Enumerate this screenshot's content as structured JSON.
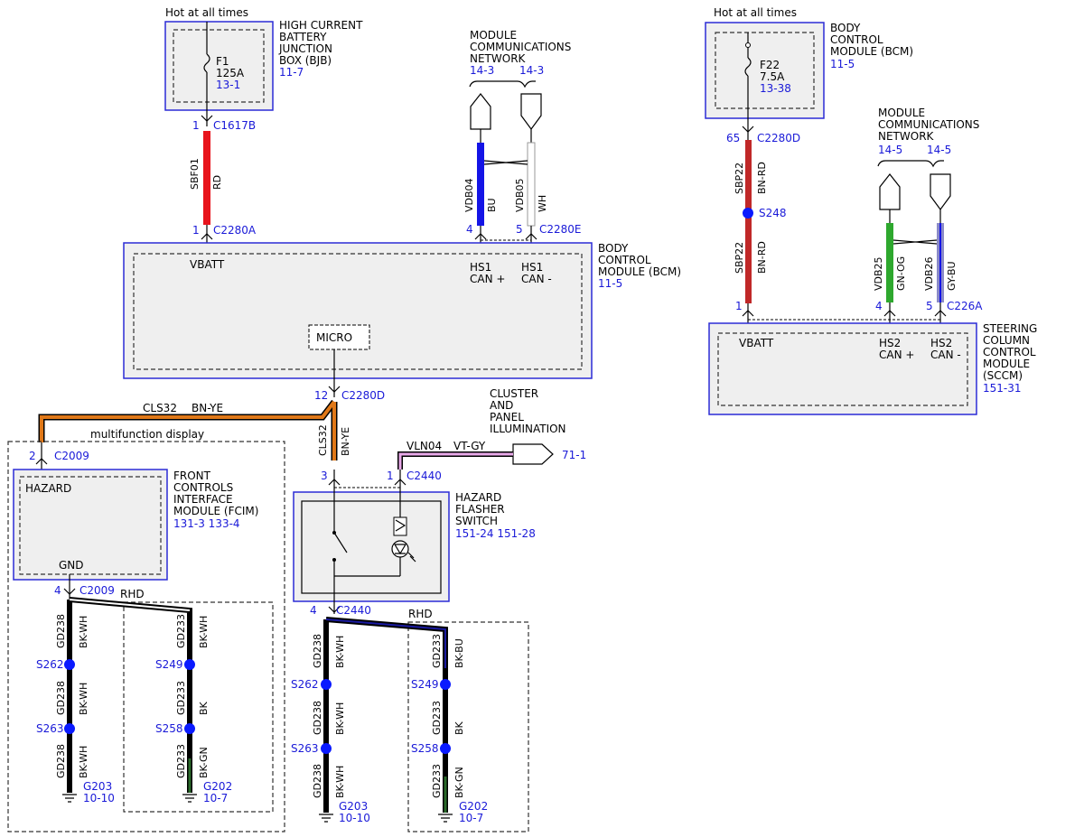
{
  "hot_all_times": "Hot at all times",
  "bjb": {
    "lines": [
      "HIGH CURRENT",
      "BATTERY",
      "JUNCTION",
      "BOX (BJB)"
    ],
    "ref": "11-7",
    "fuse": "F1",
    "amps": "125A",
    "fuse_ref": "13-1"
  },
  "c1617b": {
    "pin": "1",
    "name": "C1617B"
  },
  "sbf01": {
    "circuit": "SBF01",
    "color": "RD"
  },
  "c2280a": {
    "pin": "1",
    "name": "C2280A"
  },
  "mcn_left": {
    "lines": [
      "MODULE",
      "COMMUNICATIONS",
      "NETWORK"
    ],
    "ref1": "14-3",
    "ref2": "14-3"
  },
  "vdb04": {
    "circuit": "VDB04",
    "color": "BU"
  },
  "vdb05": {
    "circuit": "VDB05",
    "color": "WH"
  },
  "c2280e": {
    "pin1": "4",
    "pin2": "5",
    "name": "C2280E"
  },
  "bcm_main": {
    "lines": [
      "BODY",
      "CONTROL",
      "MODULE (BCM)"
    ],
    "ref": "11-5",
    "vbatt": "VBATT",
    "hs1": "HS1",
    "canp": "CAN +",
    "canm": "CAN -",
    "micro": "MICRO"
  },
  "c2280d_left": {
    "pin": "12",
    "name": "C2280D"
  },
  "cls32": {
    "circuit": "CLS32",
    "color": "BN-YE"
  },
  "mfd": "multifunction display",
  "c2009_top": {
    "pin": "2",
    "name": "C2009"
  },
  "fcim": {
    "lines": [
      "FRONT",
      "CONTROLS",
      "INTERFACE",
      "MODULE (FCIM)"
    ],
    "refs": "131-3   133-4",
    "hazard": "HAZARD",
    "gnd": "GND"
  },
  "c2009_bot": {
    "pin": "4",
    "name": "C2009"
  },
  "cluster": {
    "lines": [
      "CLUSTER",
      "AND",
      "PANEL",
      "ILLUMINATION"
    ],
    "ref": "71-1"
  },
  "vln04": {
    "circuit": "VLN04",
    "color": "VT-GY"
  },
  "c2440_top": {
    "pin1": "3",
    "pin2": "1",
    "name": "C2440"
  },
  "hazard_sw": {
    "lines": [
      "HAZARD",
      "FLASHER",
      "SWITCH"
    ],
    "refs": "151-24   151-28"
  },
  "c2440_bot": {
    "pin": "4",
    "name": "C2440"
  },
  "rhd": "RHD",
  "gd238": "GD238",
  "gd233": "GD233",
  "bkwh": "BK-WH",
  "bk": "BK",
  "bkgn": "BK-GN",
  "bkbu": "BK-BU",
  "s262": "S262",
  "s263": "S263",
  "s249": "S249",
  "s258": "S258",
  "g203": {
    "name": "G203",
    "ref": "10-10"
  },
  "g202": {
    "name": "G202",
    "ref": "10-7"
  },
  "bcm_right": {
    "lines": [
      "BODY",
      "CONTROL",
      "MODULE (BCM)"
    ],
    "ref": "11-5",
    "fuse": "F22",
    "amps": "7.5A",
    "fuse_ref": "13-38"
  },
  "c2280d_right": {
    "pin": "65",
    "name": "C2280D"
  },
  "sbp22": {
    "circuit": "SBP22",
    "color": "BN-RD"
  },
  "s248": "S248",
  "mcn_right": {
    "lines": [
      "MODULE",
      "COMMUNICATIONS",
      "NETWORK"
    ],
    "ref1": "14-5",
    "ref2": "14-5"
  },
  "vdb25": {
    "circuit": "VDB25",
    "color": "GN-OG"
  },
  "vdb26": {
    "circuit": "VDB26",
    "color": "GY-BU"
  },
  "c226a": {
    "pin1": "1",
    "pin2": "4",
    "pin3": "5",
    "name": "C226A"
  },
  "sccm": {
    "lines": [
      "STEERING",
      "COLUMN",
      "CONTROL",
      "MODULE",
      "(SCCM)"
    ],
    "ref": "151-31",
    "vbatt": "VBATT",
    "hs2": "HS2",
    "canp": "CAN +",
    "canm": "CAN -"
  },
  "colors": {
    "rd": "#e8141c",
    "bu": "#1414e6",
    "or": "#e07818",
    "vt": "#c060c8",
    "gn": "#2ea82e",
    "dkrd": "#c02828",
    "ref_text": "#1a1ad8",
    "splice": "#0a1aff"
  }
}
